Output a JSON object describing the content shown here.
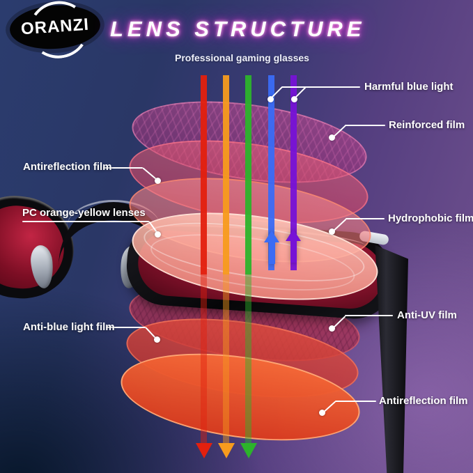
{
  "logo": {
    "text": "ORANZI"
  },
  "header": {
    "title": "LENS STRUCTURE",
    "subtitle": "Professional gaming glasses"
  },
  "callouts": {
    "harmful_blue_light": "Harmful blue light",
    "reinforced_film": "Reinforced film",
    "antireflection_film_top": "Antireflection film",
    "pc_orange_yellow_lenses": "PC orange-yellow lenses",
    "hydrophobic_film": "Hydrophobic film",
    "anti_uv_film": "Anti-UV film",
    "anti_blue_light_film": "Anti-blue light film",
    "antireflection_film_bottom": "Antireflection film"
  },
  "rays": [
    {
      "name": "red light",
      "color": "#e3200e",
      "reflected": false
    },
    {
      "name": "orange light",
      "color": "#f79b1d",
      "reflected": false
    },
    {
      "name": "green light",
      "color": "#2cb32b",
      "reflected": false
    },
    {
      "name": "blue light",
      "color": "#3a6cf5",
      "reflected": true
    },
    {
      "name": "violet light",
      "color": "#7612d6",
      "reflected": true
    }
  ],
  "colors": {
    "title-glow": "#ff3fd0",
    "ray-red": "#e3200e",
    "ray-orange": "#f79b1d",
    "ray-green": "#2cb32b",
    "ray-blue": "#3a6cf5",
    "ray-purple": "#7612d6",
    "bg-navy": "#2a3766",
    "bg-purple": "#70518f",
    "lens-red": "#931531",
    "frame-black": "#0b0b0e",
    "label-text": "#ffffff"
  }
}
